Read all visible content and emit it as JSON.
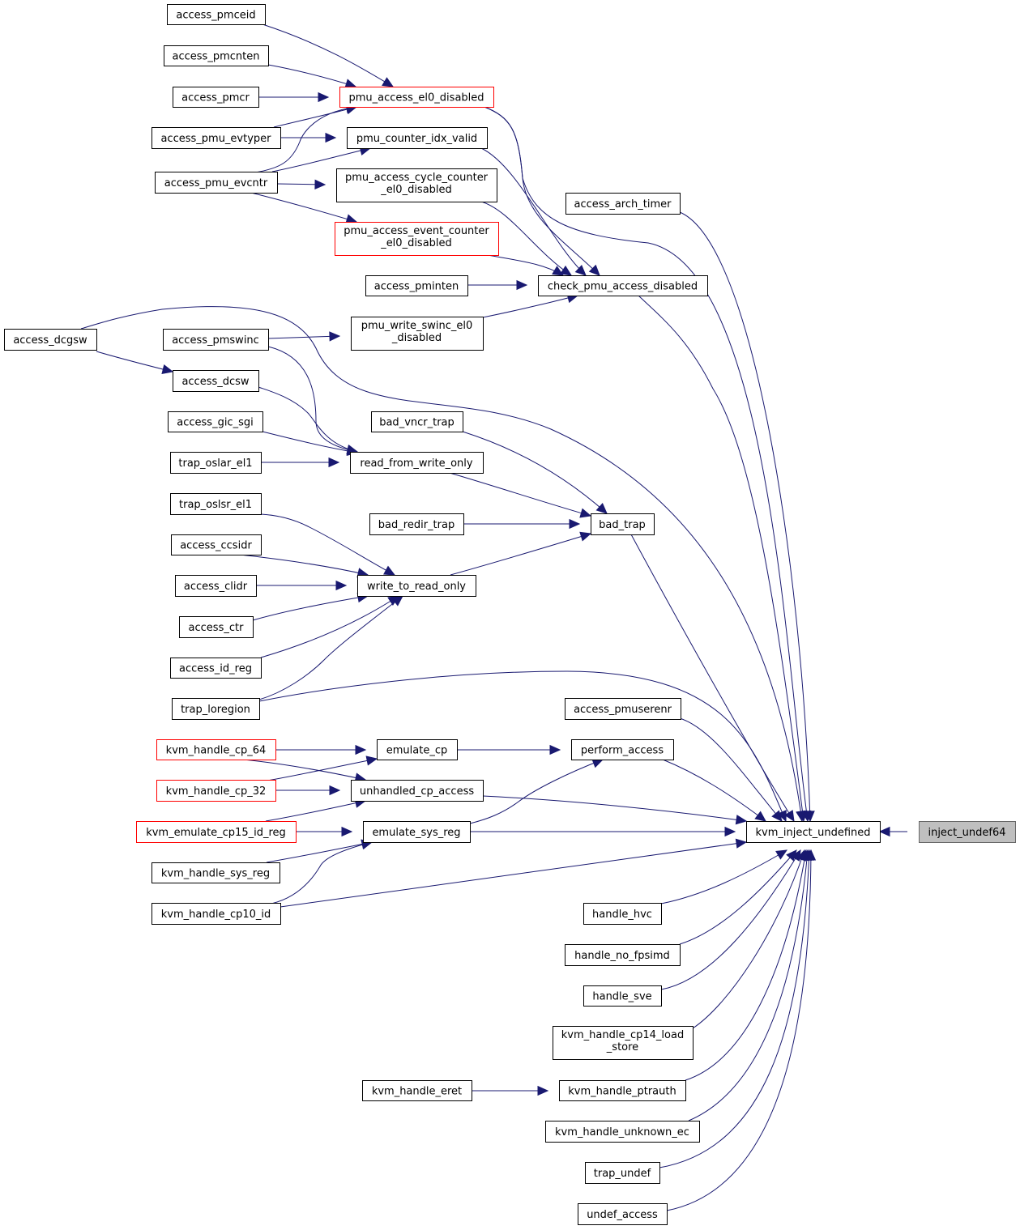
{
  "colors": {
    "edge": "#191970",
    "node_border": "#000000",
    "node_border_incomplete": "#ff0000",
    "root_fill": "#bfbfbf",
    "root_border": "#666666",
    "background": "#ffffff"
  },
  "nodes": [
    {
      "id": "access_pmceid",
      "lines": [
        "access_pmceid"
      ],
      "style": "normal"
    },
    {
      "id": "access_pmcnten",
      "lines": [
        "access_pmcnten"
      ],
      "style": "normal"
    },
    {
      "id": "access_pmcr",
      "lines": [
        "access_pmcr"
      ],
      "style": "normal"
    },
    {
      "id": "access_pmu_evtyper",
      "lines": [
        "access_pmu_evtyper"
      ],
      "style": "normal"
    },
    {
      "id": "access_pmu_evcntr",
      "lines": [
        "access_pmu_evcntr"
      ],
      "style": "normal"
    },
    {
      "id": "pmu_access_el0_disabled",
      "lines": [
        "pmu_access_el0_disabled"
      ],
      "style": "red"
    },
    {
      "id": "pmu_counter_idx_valid",
      "lines": [
        "pmu_counter_idx_valid"
      ],
      "style": "normal"
    },
    {
      "id": "pmu_access_cycle_counter_el0_disabled",
      "lines": [
        "pmu_access_cycle_counter",
        "_el0_disabled"
      ],
      "style": "normal"
    },
    {
      "id": "pmu_access_event_counter_el0_disabled",
      "lines": [
        "pmu_access_event_counter",
        "_el0_disabled"
      ],
      "style": "red"
    },
    {
      "id": "access_arch_timer",
      "lines": [
        "access_arch_timer"
      ],
      "style": "normal"
    },
    {
      "id": "access_pminten",
      "lines": [
        "access_pminten"
      ],
      "style": "normal"
    },
    {
      "id": "check_pmu_access_disabled",
      "lines": [
        "check_pmu_access_disabled"
      ],
      "style": "normal"
    },
    {
      "id": "access_dcgsw",
      "lines": [
        "access_dcgsw"
      ],
      "style": "normal"
    },
    {
      "id": "access_pmswinc",
      "lines": [
        "access_pmswinc"
      ],
      "style": "normal"
    },
    {
      "id": "pmu_write_swinc_el0_disabled",
      "lines": [
        "pmu_write_swinc_el0",
        "_disabled"
      ],
      "style": "normal"
    },
    {
      "id": "access_dcsw",
      "lines": [
        "access_dcsw"
      ],
      "style": "normal"
    },
    {
      "id": "access_gic_sgi",
      "lines": [
        "access_gic_sgi"
      ],
      "style": "normal"
    },
    {
      "id": "bad_vncr_trap",
      "lines": [
        "bad_vncr_trap"
      ],
      "style": "normal"
    },
    {
      "id": "trap_oslar_el1",
      "lines": [
        "trap_oslar_el1"
      ],
      "style": "normal"
    },
    {
      "id": "read_from_write_only",
      "lines": [
        "read_from_write_only"
      ],
      "style": "normal"
    },
    {
      "id": "trap_oslsr_el1",
      "lines": [
        "trap_oslsr_el1"
      ],
      "style": "normal"
    },
    {
      "id": "bad_redir_trap",
      "lines": [
        "bad_redir_trap"
      ],
      "style": "normal"
    },
    {
      "id": "bad_trap",
      "lines": [
        "bad_trap"
      ],
      "style": "normal"
    },
    {
      "id": "access_ccsidr",
      "lines": [
        "access_ccsidr"
      ],
      "style": "normal"
    },
    {
      "id": "access_clidr",
      "lines": [
        "access_clidr"
      ],
      "style": "normal"
    },
    {
      "id": "write_to_read_only",
      "lines": [
        "write_to_read_only"
      ],
      "style": "normal"
    },
    {
      "id": "access_ctr",
      "lines": [
        "access_ctr"
      ],
      "style": "normal"
    },
    {
      "id": "access_id_reg",
      "lines": [
        "access_id_reg"
      ],
      "style": "normal"
    },
    {
      "id": "trap_loregion",
      "lines": [
        "trap_loregion"
      ],
      "style": "normal"
    },
    {
      "id": "access_pmuserenr",
      "lines": [
        "access_pmuserenr"
      ],
      "style": "normal"
    },
    {
      "id": "kvm_handle_cp_64",
      "lines": [
        "kvm_handle_cp_64"
      ],
      "style": "red"
    },
    {
      "id": "emulate_cp",
      "lines": [
        "emulate_cp"
      ],
      "style": "normal"
    },
    {
      "id": "perform_access",
      "lines": [
        "perform_access"
      ],
      "style": "normal"
    },
    {
      "id": "kvm_handle_cp_32",
      "lines": [
        "kvm_handle_cp_32"
      ],
      "style": "red"
    },
    {
      "id": "unhandled_cp_access",
      "lines": [
        "unhandled_cp_access"
      ],
      "style": "normal"
    },
    {
      "id": "kvm_emulate_cp15_id_reg",
      "lines": [
        "kvm_emulate_cp15_id_reg"
      ],
      "style": "red"
    },
    {
      "id": "emulate_sys_reg",
      "lines": [
        "emulate_sys_reg"
      ],
      "style": "normal"
    },
    {
      "id": "kvm_inject_undefined",
      "lines": [
        "kvm_inject_undefined"
      ],
      "style": "normal"
    },
    {
      "id": "inject_undef64",
      "lines": [
        "inject_undef64"
      ],
      "style": "root"
    },
    {
      "id": "kvm_handle_sys_reg",
      "lines": [
        "kvm_handle_sys_reg"
      ],
      "style": "normal"
    },
    {
      "id": "kvm_handle_cp10_id",
      "lines": [
        "kvm_handle_cp10_id"
      ],
      "style": "normal"
    },
    {
      "id": "handle_hvc",
      "lines": [
        "handle_hvc"
      ],
      "style": "normal"
    },
    {
      "id": "handle_no_fpsimd",
      "lines": [
        "handle_no_fpsimd"
      ],
      "style": "normal"
    },
    {
      "id": "handle_sve",
      "lines": [
        "handle_sve"
      ],
      "style": "normal"
    },
    {
      "id": "kvm_handle_cp14_load_store",
      "lines": [
        "kvm_handle_cp14_load",
        "_store"
      ],
      "style": "normal"
    },
    {
      "id": "kvm_handle_eret",
      "lines": [
        "kvm_handle_eret"
      ],
      "style": "normal"
    },
    {
      "id": "kvm_handle_ptrauth",
      "lines": [
        "kvm_handle_ptrauth"
      ],
      "style": "normal"
    },
    {
      "id": "kvm_handle_unknown_ec",
      "lines": [
        "kvm_handle_unknown_ec"
      ],
      "style": "normal"
    },
    {
      "id": "trap_undef",
      "lines": [
        "trap_undef"
      ],
      "style": "normal"
    },
    {
      "id": "undef_access",
      "lines": [
        "undef_access"
      ],
      "style": "normal"
    }
  ],
  "edges": [
    {
      "from": "kvm_inject_undefined",
      "to": "inject_undef64"
    },
    {
      "from": "pmu_access_el0_disabled",
      "to": "access_pmceid"
    },
    {
      "from": "pmu_access_el0_disabled",
      "to": "access_pmcnten"
    },
    {
      "from": "pmu_access_el0_disabled",
      "to": "access_pmcr"
    },
    {
      "from": "pmu_access_el0_disabled",
      "to": "access_pmu_evtyper"
    },
    {
      "from": "pmu_access_el0_disabled",
      "to": "access_pmu_evcntr"
    },
    {
      "from": "pmu_counter_idx_valid",
      "to": "access_pmu_evtyper"
    },
    {
      "from": "pmu_counter_idx_valid",
      "to": "access_pmu_evcntr"
    },
    {
      "from": "pmu_access_cycle_counter_el0_disabled",
      "to": "access_pmu_evcntr"
    },
    {
      "from": "pmu_access_event_counter_el0_disabled",
      "to": "access_pmu_evcntr"
    },
    {
      "from": "check_pmu_access_disabled",
      "to": "pmu_access_el0_disabled"
    },
    {
      "from": "check_pmu_access_disabled",
      "to": "pmu_counter_idx_valid"
    },
    {
      "from": "check_pmu_access_disabled",
      "to": "pmu_access_cycle_counter_el0_disabled"
    },
    {
      "from": "check_pmu_access_disabled",
      "to": "pmu_access_event_counter_el0_disabled"
    },
    {
      "from": "check_pmu_access_disabled",
      "to": "access_pminten"
    },
    {
      "from": "check_pmu_access_disabled",
      "to": "pmu_write_swinc_el0_disabled"
    },
    {
      "from": "pmu_write_swinc_el0_disabled",
      "to": "access_pmswinc"
    },
    {
      "from": "access_dcsw",
      "to": "access_dcgsw"
    },
    {
      "from": "read_from_write_only",
      "to": "access_pmswinc"
    },
    {
      "from": "read_from_write_only",
      "to": "access_dcsw"
    },
    {
      "from": "read_from_write_only",
      "to": "access_gic_sgi"
    },
    {
      "from": "read_from_write_only",
      "to": "trap_oslar_el1"
    },
    {
      "from": "bad_trap",
      "to": "bad_vncr_trap"
    },
    {
      "from": "bad_trap",
      "to": "read_from_write_only"
    },
    {
      "from": "bad_trap",
      "to": "bad_redir_trap"
    },
    {
      "from": "bad_trap",
      "to": "write_to_read_only"
    },
    {
      "from": "write_to_read_only",
      "to": "trap_oslsr_el1"
    },
    {
      "from": "write_to_read_only",
      "to": "access_ccsidr"
    },
    {
      "from": "write_to_read_only",
      "to": "access_clidr"
    },
    {
      "from": "write_to_read_only",
      "to": "access_ctr"
    },
    {
      "from": "write_to_read_only",
      "to": "access_id_reg"
    },
    {
      "from": "write_to_read_only",
      "to": "trap_loregion"
    },
    {
      "from": "emulate_cp",
      "to": "kvm_handle_cp_64"
    },
    {
      "from": "emulate_cp",
      "to": "kvm_handle_cp_32"
    },
    {
      "from": "unhandled_cp_access",
      "to": "kvm_handle_cp_64"
    },
    {
      "from": "unhandled_cp_access",
      "to": "kvm_handle_cp_32"
    },
    {
      "from": "unhandled_cp_access",
      "to": "kvm_emulate_cp15_id_reg"
    },
    {
      "from": "emulate_sys_reg",
      "to": "kvm_emulate_cp15_id_reg"
    },
    {
      "from": "emulate_sys_reg",
      "to": "kvm_handle_sys_reg"
    },
    {
      "from": "emulate_sys_reg",
      "to": "kvm_handle_cp10_id"
    },
    {
      "from": "perform_access",
      "to": "emulate_cp"
    },
    {
      "from": "perform_access",
      "to": "emulate_sys_reg"
    },
    {
      "from": "kvm_handle_ptrauth",
      "to": "kvm_handle_eret"
    },
    {
      "from": "kvm_inject_undefined",
      "to": "pmu_access_el0_disabled"
    },
    {
      "from": "kvm_inject_undefined",
      "to": "access_arch_timer"
    },
    {
      "from": "kvm_inject_undefined",
      "to": "check_pmu_access_disabled"
    },
    {
      "from": "kvm_inject_undefined",
      "to": "access_dcgsw"
    },
    {
      "from": "kvm_inject_undefined",
      "to": "bad_trap"
    },
    {
      "from": "kvm_inject_undefined",
      "to": "trap_loregion"
    },
    {
      "from": "kvm_inject_undefined",
      "to": "access_pmuserenr"
    },
    {
      "from": "kvm_inject_undefined",
      "to": "perform_access"
    },
    {
      "from": "kvm_inject_undefined",
      "to": "unhandled_cp_access"
    },
    {
      "from": "kvm_inject_undefined",
      "to": "emulate_sys_reg"
    },
    {
      "from": "kvm_inject_undefined",
      "to": "kvm_handle_cp10_id"
    },
    {
      "from": "kvm_inject_undefined",
      "to": "handle_hvc"
    },
    {
      "from": "kvm_inject_undefined",
      "to": "handle_no_fpsimd"
    },
    {
      "from": "kvm_inject_undefined",
      "to": "handle_sve"
    },
    {
      "from": "kvm_inject_undefined",
      "to": "kvm_handle_cp14_load_store"
    },
    {
      "from": "kvm_inject_undefined",
      "to": "kvm_handle_ptrauth"
    },
    {
      "from": "kvm_inject_undefined",
      "to": "kvm_handle_unknown_ec"
    },
    {
      "from": "kvm_inject_undefined",
      "to": "trap_undef"
    },
    {
      "from": "kvm_inject_undefined",
      "to": "undef_access"
    }
  ]
}
